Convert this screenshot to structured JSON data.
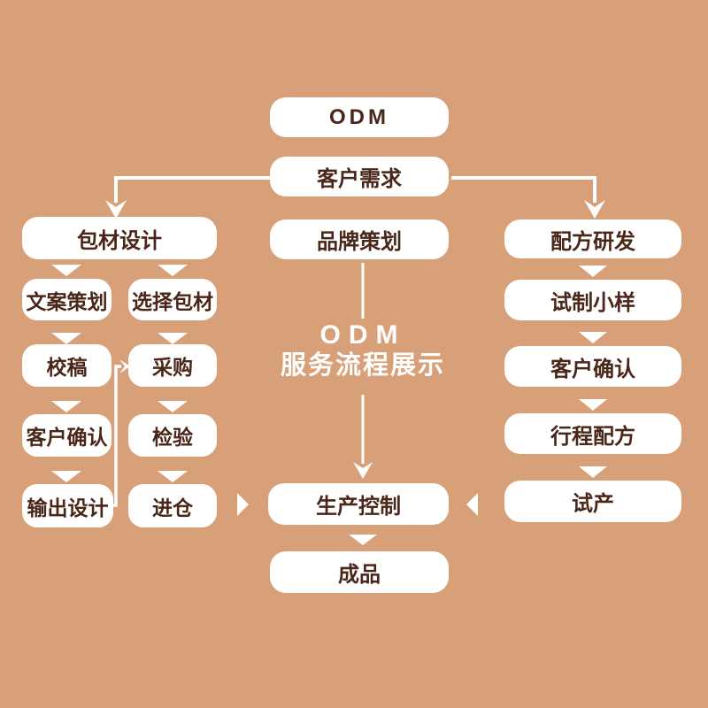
{
  "title": {
    "line1": "ODM",
    "line2": "服务流程展示"
  },
  "nodes": {
    "odm": "ODM",
    "customer_needs": "客户需求",
    "brand_planning": "品牌策划",
    "production_control": "生产控制",
    "finished_product": "成品",
    "packaging_design": "包材设计",
    "copywriting": "文案策划",
    "proofreading": "校稿",
    "client_confirm_left": "客户确认",
    "output_design": "输出设计",
    "select_packaging": "选择包材",
    "purchasing": "采购",
    "inspection": "检验",
    "warehousing": "进仓",
    "formula_rd": "配方研发",
    "trial_sample": "试制小样",
    "client_confirm_right": "客户确认",
    "form_formula": "行程配方",
    "trial_production": "试产"
  },
  "colors": {
    "background": "#d8a078",
    "box_background": "#ffffff",
    "box_text": "#4a2619",
    "connector": "#ffffff",
    "title_text": "#ffffff"
  }
}
